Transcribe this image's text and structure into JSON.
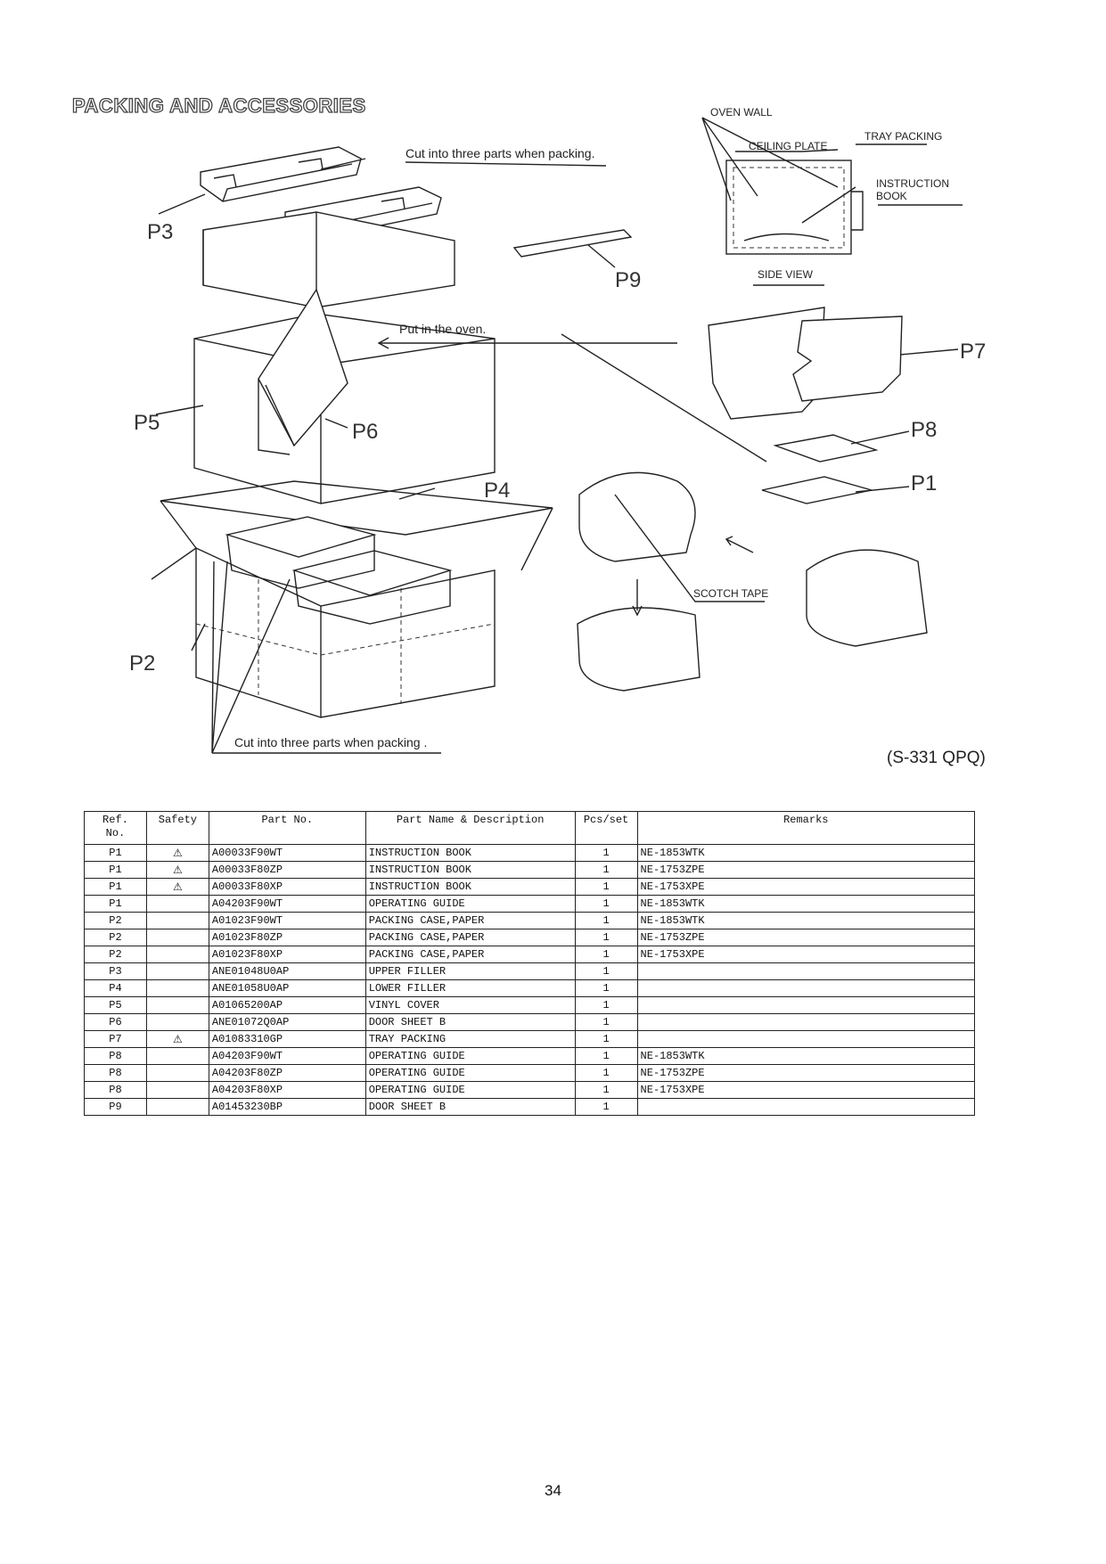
{
  "title": "PACKING AND ACCESSORIES",
  "diagram": {
    "labels": {
      "p1": "P1",
      "p2": "P2",
      "p3": "P3",
      "p4": "P4",
      "p5": "P5",
      "p6": "P6",
      "p7": "P7",
      "p8": "P8",
      "p9": "P9"
    },
    "cut_top": "Cut into three parts when packing.",
    "cut_bottom": "Cut into three parts when packing .",
    "put_in_oven": "Put in the oven.",
    "oven_wall": "OVEN WALL",
    "ceiling_plate": "CEILING PLATE",
    "tray_packing": "TRAY PACKING",
    "instruction_line1": "INSTRUCTION",
    "instruction_line2": "BOOK",
    "side_view": "SIDE VIEW",
    "scotch_tape": "SCOTCH TAPE",
    "model_code": "(S-331 QPQ)"
  },
  "table": {
    "headers": {
      "ref_line1": "Ref.",
      "ref_line2": "No.",
      "safety": "Safety",
      "part_no": "Part No.",
      "name": "Part Name & Description",
      "pcs": "Pcs/set",
      "remarks": "Remarks"
    },
    "rows": [
      {
        "ref": "P1",
        "safety": "⚠",
        "part": "A00033F90WT",
        "name": "INSTRUCTION BOOK",
        "pcs": "1",
        "remarks": "NE-1853WTK"
      },
      {
        "ref": "P1",
        "safety": "⚠",
        "part": "A00033F80ZP",
        "name": "INSTRUCTION BOOK",
        "pcs": "1",
        "remarks": "NE-1753ZPE"
      },
      {
        "ref": "P1",
        "safety": "⚠",
        "part": "A00033F80XP",
        "name": "INSTRUCTION BOOK",
        "pcs": "1",
        "remarks": "NE-1753XPE"
      },
      {
        "ref": "P1",
        "safety": "",
        "part": "A04203F90WT",
        "name": "OPERATING GUIDE",
        "pcs": "1",
        "remarks": "NE-1853WTK"
      },
      {
        "ref": "P2",
        "safety": "",
        "part": "A01023F90WT",
        "name": "PACKING CASE,PAPER",
        "pcs": "1",
        "remarks": "NE-1853WTK"
      },
      {
        "ref": "P2",
        "safety": "",
        "part": "A01023F80ZP",
        "name": "PACKING CASE,PAPER",
        "pcs": "1",
        "remarks": "NE-1753ZPE"
      },
      {
        "ref": "P2",
        "safety": "",
        "part": "A01023F80XP",
        "name": "PACKING CASE,PAPER",
        "pcs": "1",
        "remarks": "NE-1753XPE"
      },
      {
        "ref": "P3",
        "safety": "",
        "part": "ANE01048U0AP",
        "name": "UPPER FILLER",
        "pcs": "1",
        "remarks": ""
      },
      {
        "ref": "P4",
        "safety": "",
        "part": "ANE01058U0AP",
        "name": "LOWER FILLER",
        "pcs": "1",
        "remarks": ""
      },
      {
        "ref": "P5",
        "safety": "",
        "part": "A01065200AP",
        "name": "VINYL COVER",
        "pcs": "1",
        "remarks": ""
      },
      {
        "ref": "P6",
        "safety": "",
        "part": "ANE01072Q0AP",
        "name": "DOOR SHEET B",
        "pcs": "1",
        "remarks": ""
      },
      {
        "ref": "P7",
        "safety": "⚠",
        "part": "A01083310GP",
        "name": "TRAY PACKING",
        "pcs": "1",
        "remarks": ""
      },
      {
        "ref": "P8",
        "safety": "",
        "part": "A04203F90WT",
        "name": "OPERATING GUIDE",
        "pcs": "1",
        "remarks": "NE-1853WTK"
      },
      {
        "ref": "P8",
        "safety": "",
        "part": "A04203F80ZP",
        "name": "OPERATING GUIDE",
        "pcs": "1",
        "remarks": "NE-1753ZPE"
      },
      {
        "ref": "P8",
        "safety": "",
        "part": "A04203F80XP",
        "name": "OPERATING GUIDE",
        "pcs": "1",
        "remarks": "NE-1753XPE"
      },
      {
        "ref": "P9",
        "safety": "",
        "part": "A01453230BP",
        "name": "DOOR SHEET B",
        "pcs": "1",
        "remarks": ""
      }
    ]
  },
  "page_number": "34"
}
